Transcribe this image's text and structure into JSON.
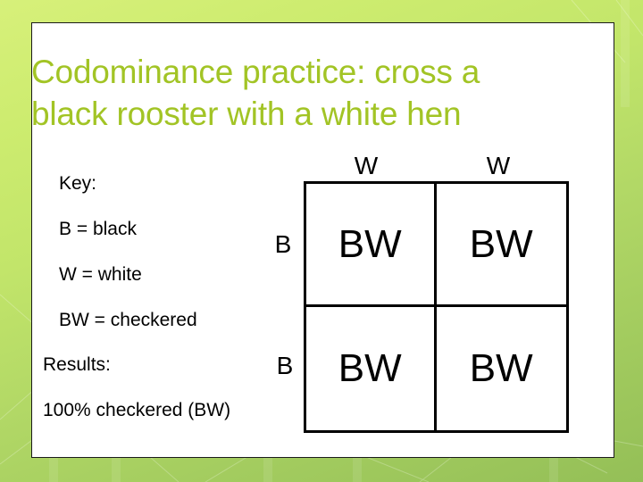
{
  "slide": {
    "title": "Codominance practice: cross a\nblack rooster with a white hen",
    "title_color": "#a2c425",
    "background_color": "#c2e56a",
    "panel_background": "#ffffff"
  },
  "key": {
    "heading": "Key:",
    "entries": [
      {
        "label": "B = black"
      },
      {
        "label": "W = white"
      },
      {
        "label": "BW = checkered"
      }
    ]
  },
  "results": {
    "heading": "Results:",
    "value": "100% checkered (BW)"
  },
  "punnett": {
    "column_headers": [
      "W",
      "W"
    ],
    "row_headers": [
      "B",
      "B"
    ],
    "cells": [
      [
        "BW",
        "BW"
      ],
      [
        "BW",
        "BW"
      ]
    ]
  }
}
